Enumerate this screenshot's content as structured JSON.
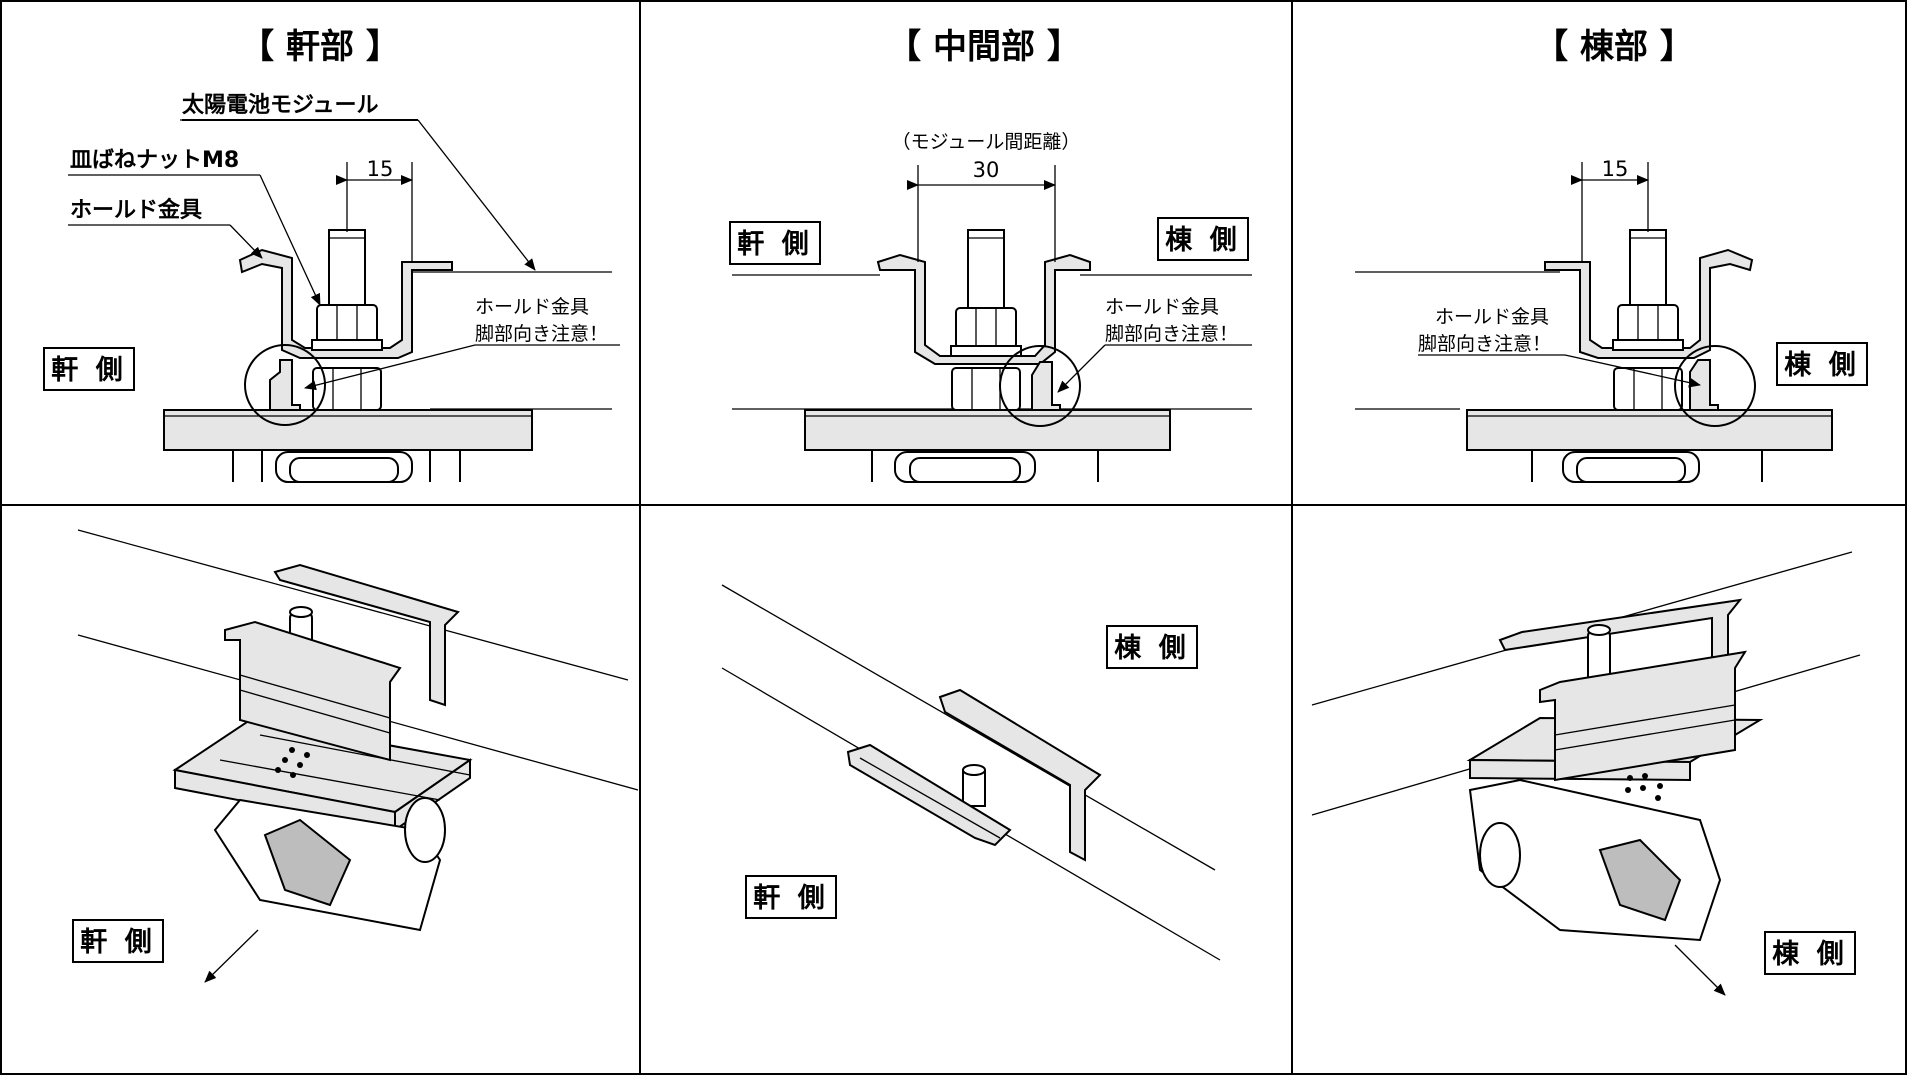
{
  "titles": {
    "eave": "【 軒部 】",
    "middle": "【 中間部 】",
    "ridge": "【 棟部 】"
  },
  "labels": {
    "solar_module": "太陽電池モジュール",
    "dish_spring_nut": "皿ばねナットM8",
    "hold_bracket": "ホールド金具",
    "caution_line1": "ホールド金具",
    "caution_line2": "脚部向き注意！",
    "module_gap": "（モジュール間距離）"
  },
  "dimensions": {
    "eave": "15",
    "middle": "30",
    "ridge": "15"
  },
  "sides": {
    "eave_side": "軒 側",
    "ridge_side": "棟 側"
  }
}
